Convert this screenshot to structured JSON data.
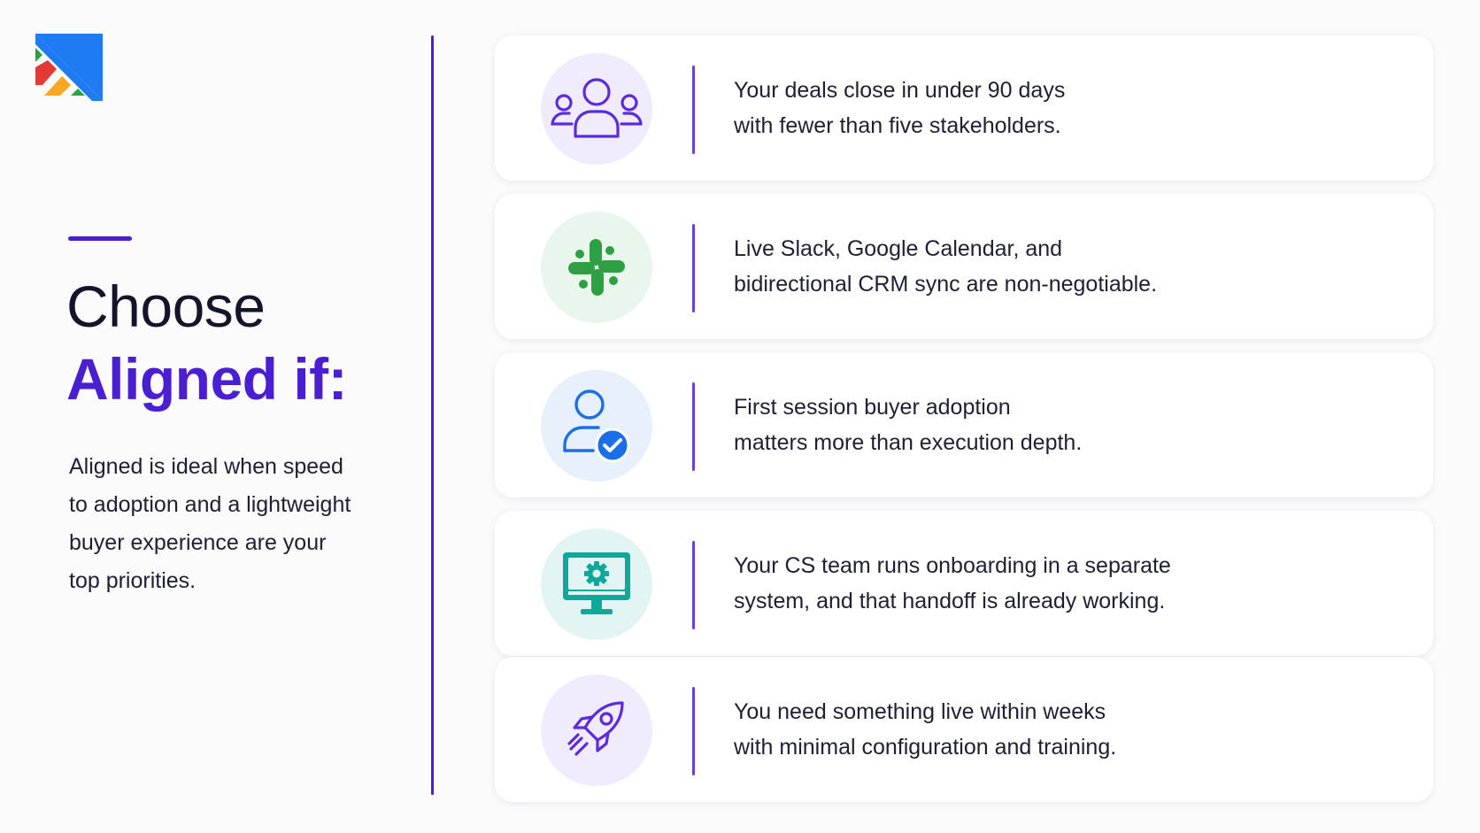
{
  "colors": {
    "accent": "#4a1fd1",
    "purple_icon": "#5b2be0",
    "slack_green": "#2ea043",
    "user_blue": "#1a6fe8",
    "teal": "#10a89a"
  },
  "heading": {
    "line1": "Choose",
    "line2": "Aligned if:"
  },
  "description_lines": [
    "Aligned is ideal when speed",
    "to adoption and a lightweight",
    "buyer experience are your",
    "top priorities."
  ],
  "cards": [
    {
      "icon": "team-icon",
      "line1": "Your deals close in under 90 days",
      "line2": "with fewer than five stakeholders."
    },
    {
      "icon": "slack-icon",
      "line1": "Live Slack, Google Calendar, and",
      "line2": "bidirectional CRM sync are non-negotiable."
    },
    {
      "icon": "user-check-icon",
      "line1": "First session buyer adoption",
      "line2": "matters more than execution depth."
    },
    {
      "icon": "monitor-gear-icon",
      "line1": "Your CS team runs onboarding in a separate",
      "line2": "system, and that handoff is already working."
    },
    {
      "icon": "rocket-icon",
      "line1": "You need something live within weeks",
      "line2": "with minimal configuration and training."
    }
  ]
}
